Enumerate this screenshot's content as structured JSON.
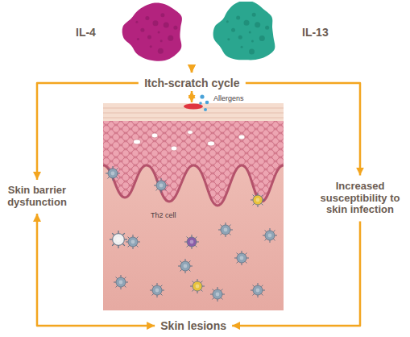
{
  "diagram": {
    "nodes": [
      {
        "text": [
          "IL-4"
        ]
      },
      {
        "text": [
          "IL-13"
        ]
      },
      {
        "text": [
          "Itch-scratch cycle"
        ]
      },
      {
        "text": [
          "Skin barrier dysfunction"
        ]
      },
      {
        "text": [
          "Increased susceptibility to skin infection"
        ]
      },
      {
        "text": [
          "Skin lesions"
        ]
      }
    ],
    "edges": [
      {
        "from": 0,
        "to": 2,
        "arrow": "to"
      },
      {
        "from": 1,
        "to": 2,
        "arrow": "to"
      },
      {
        "from": 2,
        "to": 3,
        "arrow": "to"
      },
      {
        "from": 2,
        "to": 4,
        "arrow": "to"
      },
      {
        "from": 3,
        "to": 5,
        "arrow": "both"
      },
      {
        "from": 4,
        "to": 5,
        "arrow": "to"
      }
    ],
    "labels": [
      "Allergens",
      "Th2 cell"
    ]
  }
}
